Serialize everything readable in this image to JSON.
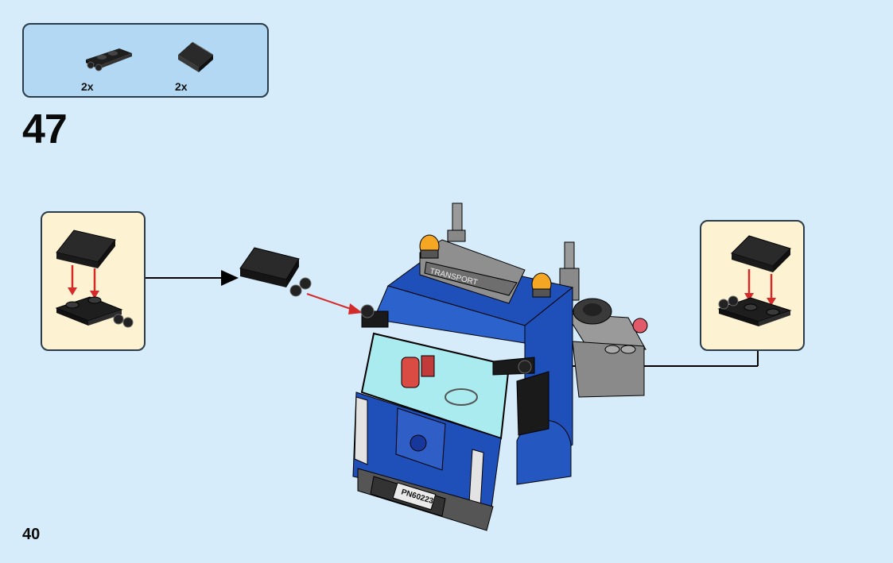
{
  "parts_needed": {
    "items": [
      {
        "name": "black plate with clips",
        "quantity": "2x"
      },
      {
        "name": "black slope brick",
        "quantity": "2x"
      }
    ]
  },
  "step": {
    "number": "47"
  },
  "page": {
    "number": "40"
  },
  "model": {
    "sign_text": "TRANSPORT",
    "plate_text": "PN60223"
  },
  "colors": {
    "background": "#d6ecfa",
    "parts_box": "#b3d8f3",
    "subassembly_box": "#fdf3d2",
    "truck_blue": "#1f4fb8",
    "black_part": "#1e1e1e",
    "arrow_red": "#d42a2a",
    "light_orange": "#f5a623"
  }
}
